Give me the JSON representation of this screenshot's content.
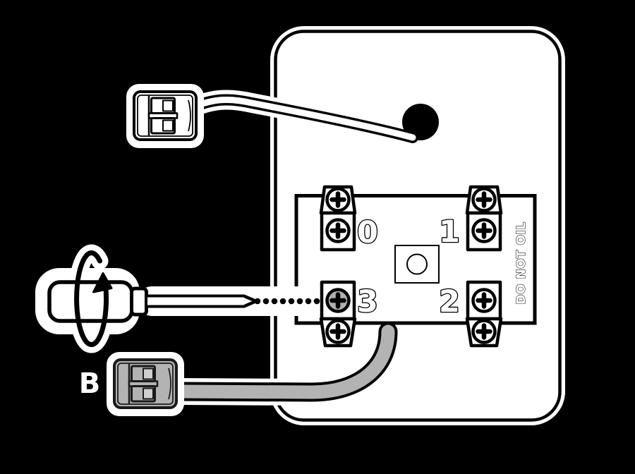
{
  "terminal_block": {
    "warning_text": "DO NOT OIL",
    "terminals": [
      {
        "label": "0",
        "position": "top-left",
        "highlighted": false
      },
      {
        "label": "1",
        "position": "top-right",
        "highlighted": false
      },
      {
        "label": "3",
        "position": "bottom-left",
        "highlighted": true
      },
      {
        "label": "2",
        "position": "bottom-right",
        "highlighted": false
      }
    ]
  },
  "connectors": {
    "top": {
      "label": "",
      "color": "#ffffff"
    },
    "bottom": {
      "label": "B",
      "color": "#b3b3b3"
    }
  },
  "colors": {
    "background": "#000000",
    "panel": "#ffffff",
    "outline": "#000000",
    "dark_outline": "#1a1a1a",
    "gray": "#b3b3b3",
    "gray_light": "#cfcfcf",
    "highlighted_screw": "#b0b0b0"
  }
}
